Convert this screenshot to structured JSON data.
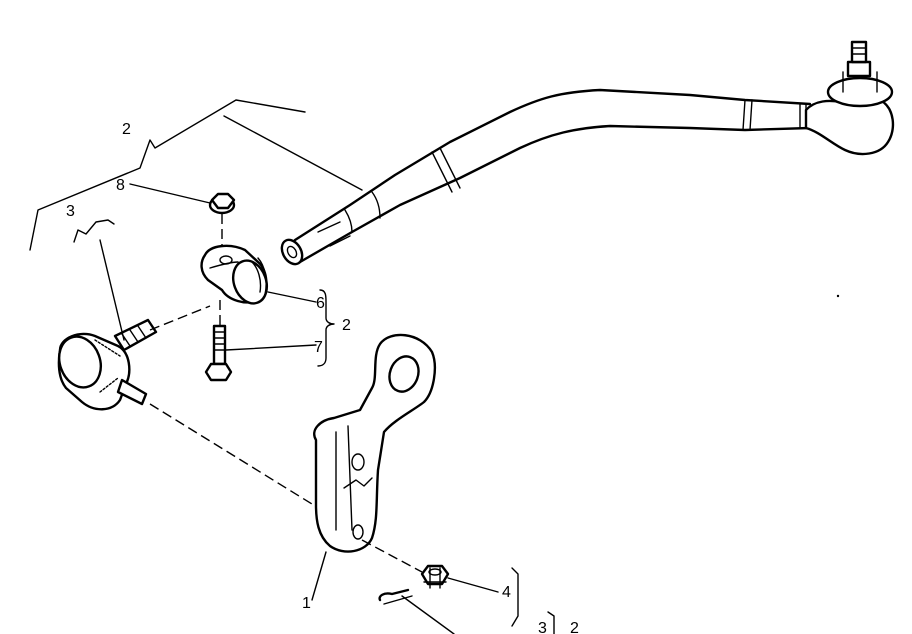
{
  "diagram": {
    "callouts": {
      "n1": "1",
      "n2_top": "2",
      "n2_right": "2",
      "n2_bottom": "2",
      "n3_left": "3",
      "n3_bottom": "3",
      "n4": "4",
      "n6": "6",
      "n7": "7",
      "n8": "8"
    }
  }
}
